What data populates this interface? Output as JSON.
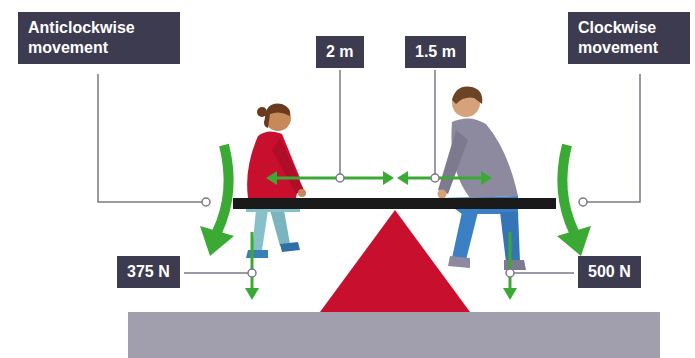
{
  "diagram": {
    "nodes": [
      {
        "text": [
          "Anticlockwise movement"
        ]
      },
      {
        "text": [
          "2 m"
        ]
      },
      {
        "text": [
          "1.5 m"
        ]
      },
      {
        "text": [
          "Clockwise movement"
        ]
      },
      {
        "text": [
          "375 N"
        ]
      },
      {
        "text": [
          "500 N"
        ]
      }
    ]
  }
}
